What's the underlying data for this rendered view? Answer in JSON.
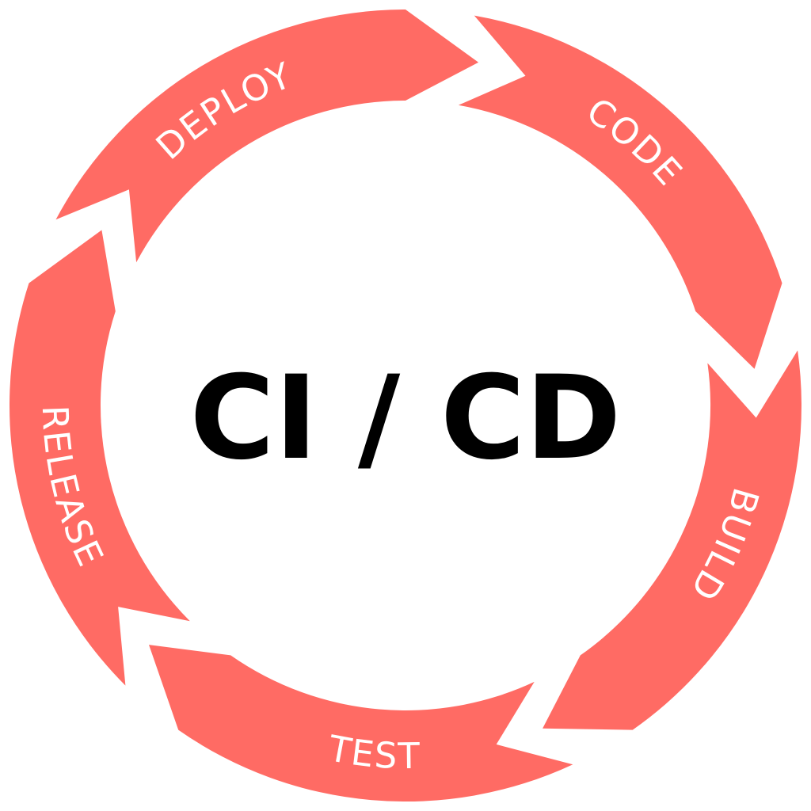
{
  "title": "CI / CD",
  "stages": [
    {
      "label": "CODE"
    },
    {
      "label": "BUILD"
    },
    {
      "label": "TEST"
    },
    {
      "label": "RELEASE"
    },
    {
      "label": "DEPLOY"
    }
  ],
  "colors": {
    "segment": "#ff6b64",
    "label": "#ffffff",
    "title": "#000000",
    "background": "#ffffff"
  }
}
